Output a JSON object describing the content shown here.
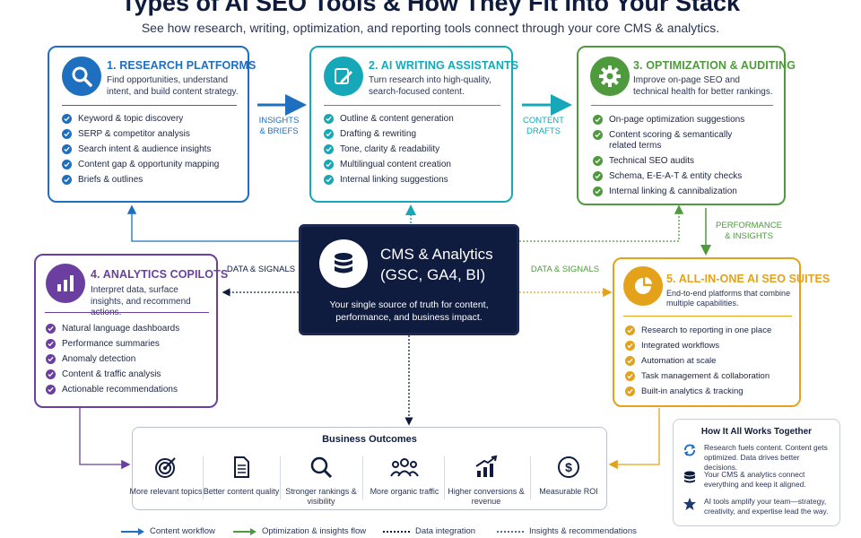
{
  "header": {
    "title": "Types of AI SEO Tools & How They Fit Into Your Stack",
    "subtitle": "See how research, writing, optimization, and reporting tools connect through your core CMS & analytics."
  },
  "colors": {
    "research": "#1f6fc0",
    "writing": "#16a8b8",
    "optimization": "#4e9a3c",
    "analytics": "#6b3fa0",
    "suites": "#e3a21a",
    "navy": "#0f1c3f"
  },
  "cards": {
    "research": {
      "title": "1. RESEARCH PLATFORMS",
      "desc": "Find opportunities, understand intent, and build content strategy.",
      "icon": "magnifier-icon",
      "items": [
        "Keyword & topic discovery",
        "SERP & competitor analysis",
        "Search intent & audience insights",
        "Content gap & opportunity mapping",
        "Briefs & outlines"
      ]
    },
    "writing": {
      "title": "2. AI WRITING ASSISTANTS",
      "desc": "Turn research into high-quality, search-focused content.",
      "icon": "pencil-icon",
      "items": [
        "Outline & content generation",
        "Drafting & rewriting",
        "Tone, clarity & readability",
        "Multilingual content creation",
        "Internal linking suggestions"
      ]
    },
    "optimization": {
      "title": "3. OPTIMIZATION & AUDITING",
      "desc": "Improve on-page SEO and technical health for better rankings.",
      "icon": "gear-icon",
      "items": [
        "On-page optimization suggestions",
        "Content scoring & semantically related terms",
        "Technical SEO audits",
        "Schema, E-E-A-T & entity checks",
        "Internal linking & cannibalization"
      ]
    },
    "analytics": {
      "title": "4. ANALYTICS COPILOTS",
      "desc": "Interpret data, surface insights, and recommend actions.",
      "icon": "bar-chart-icon",
      "items": [
        "Natural language dashboards",
        "Performance summaries",
        "Anomaly detection",
        "Content & traffic analysis",
        "Actionable recommendations"
      ]
    },
    "suites": {
      "title": "5. ALL-IN-ONE AI SEO SUITES",
      "desc": "End-to-end platforms that combine multiple capabilities.",
      "icon": "pie-chart-icon",
      "items": [
        "Research to reporting in one place",
        "Integrated workflows",
        "Automation at scale",
        "Task management & collaboration",
        "Built-in analytics & tracking"
      ]
    }
  },
  "flows": {
    "insights_briefs": [
      "INSIGHTS",
      "& BRIEFS"
    ],
    "content_drafts": [
      "CONTENT",
      "DRAFTS"
    ],
    "performance_insights": [
      "PERFORMANCE",
      "& INSIGHTS"
    ],
    "data_signals_left": "DATA & SIGNALS",
    "data_signals_right": "DATA & SIGNALS"
  },
  "cms": {
    "title_line1": "CMS & Analytics",
    "title_line2": "(GSC, GA4, BI)",
    "desc": "Your single source of truth for content, performance, and business impact.",
    "icon": "database-icon"
  },
  "outcomes": {
    "title": "Business Outcomes",
    "items": [
      {
        "icon": "target-icon",
        "label": "More relevant topics"
      },
      {
        "icon": "document-icon",
        "label": "Better content quality"
      },
      {
        "icon": "search-icon",
        "label": "Stronger rankings & visibility"
      },
      {
        "icon": "people-icon",
        "label": "More organic traffic"
      },
      {
        "icon": "growth-chart-icon",
        "label": "Higher conversions & revenue"
      },
      {
        "icon": "dollar-icon",
        "label": "Measurable ROI"
      }
    ]
  },
  "how": {
    "title": "How It All Works Together",
    "items": [
      {
        "icon": "cycle-icon",
        "text": "Research fuels content. Content gets optimized. Data drives better decisions."
      },
      {
        "icon": "database-icon",
        "text": "Your CMS & analytics connect everything and keep it aligned."
      },
      {
        "icon": "star-icon",
        "text": "AI tools amplify your team—strategy, creativity, and expertise lead the way."
      }
    ]
  },
  "legend": {
    "content_workflow": "Content workflow",
    "optimization_flow": "Optimization & insights flow",
    "data_integration": "Data integration",
    "insights_recs": "Insights & recommendations"
  }
}
